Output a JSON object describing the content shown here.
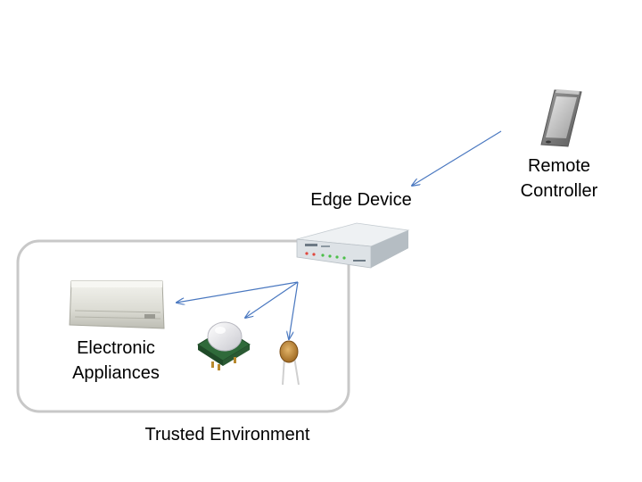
{
  "diagram": {
    "remote_controller": {
      "line1": "Remote",
      "line2": "Controller",
      "icon": "smartphone-icon"
    },
    "edge_device": {
      "label": "Edge Device",
      "icon": "router-icon"
    },
    "appliances": {
      "line1": "Electronic",
      "line2": "Appliances",
      "icon": "air-conditioner-icon"
    },
    "sensors": [
      {
        "icon": "motion-sensor-icon"
      },
      {
        "icon": "sensor-probe-icon"
      }
    ],
    "trusted_environment": {
      "label": "Trusted Environment"
    },
    "colors": {
      "arrow": "#4a78c0",
      "boundary": "#c8c8c8"
    }
  }
}
